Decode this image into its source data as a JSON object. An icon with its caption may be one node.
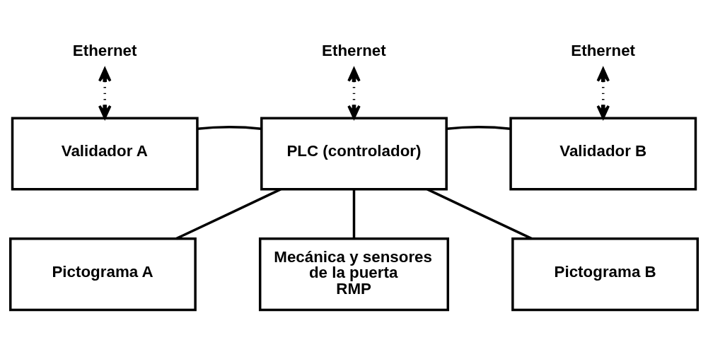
{
  "diagram": {
    "nodes": [
      {
        "text": [
          "Ethernet"
        ]
      },
      {
        "text": [
          "Ethernet"
        ]
      },
      {
        "text": [
          "Ethernet"
        ]
      },
      {
        "text": [
          "Validador A"
        ]
      },
      {
        "text": [
          "PLC (controlador)"
        ]
      },
      {
        "text": [
          "Validador B"
        ]
      },
      {
        "text": [
          "Pictograma A"
        ]
      },
      {
        "text": [
          "Mecánica y sensores de la puerta RMP"
        ]
      },
      {
        "text": [
          "Pictograma B"
        ]
      }
    ],
    "edges": [
      {
        "from": 0,
        "to": 3,
        "arrow": "both",
        "style": "dashed"
      },
      {
        "from": 1,
        "to": 4,
        "arrow": "both",
        "style": "dashed"
      },
      {
        "from": 2,
        "to": 5,
        "arrow": "both",
        "style": "dashed"
      },
      {
        "from": 3,
        "to": 4,
        "arrow": "none"
      },
      {
        "from": 4,
        "to": 5,
        "arrow": "none"
      },
      {
        "from": 4,
        "to": 6,
        "arrow": "none"
      },
      {
        "from": 4,
        "to": 7,
        "arrow": "none"
      },
      {
        "from": 4,
        "to": 8,
        "arrow": "none"
      }
    ]
  }
}
